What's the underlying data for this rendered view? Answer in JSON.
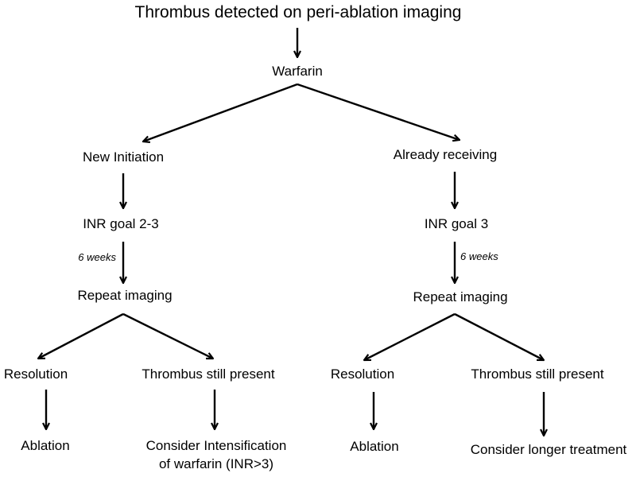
{
  "nodes": {
    "root": "Thrombus detected on peri-ablation imaging",
    "warfarin": "Warfarin",
    "new_initiation": "New Initiation",
    "already_receiving": "Already receiving",
    "inr_goal_left": "INR goal 2-3",
    "inr_goal_right": "INR goal 3",
    "repeat_imaging_left": "Repeat imaging",
    "repeat_imaging_right": "Repeat imaging",
    "resolution_left": "Resolution",
    "thrombus_present_left": "Thrombus still present",
    "resolution_right": "Resolution",
    "thrombus_present_right": "Thrombus still present",
    "ablation_left": "Ablation",
    "intensification_line1": "Consider Intensification",
    "intensification_line2": "of warfarin (INR>3)",
    "ablation_right": "Ablation",
    "longer_treatment": "Consider longer treatment"
  },
  "edge_labels": {
    "six_weeks_left": "6 weeks",
    "six_weeks_right": "6 weeks"
  },
  "colors": {
    "line": "#000000",
    "text": "#000000",
    "background": "#ffffff"
  }
}
